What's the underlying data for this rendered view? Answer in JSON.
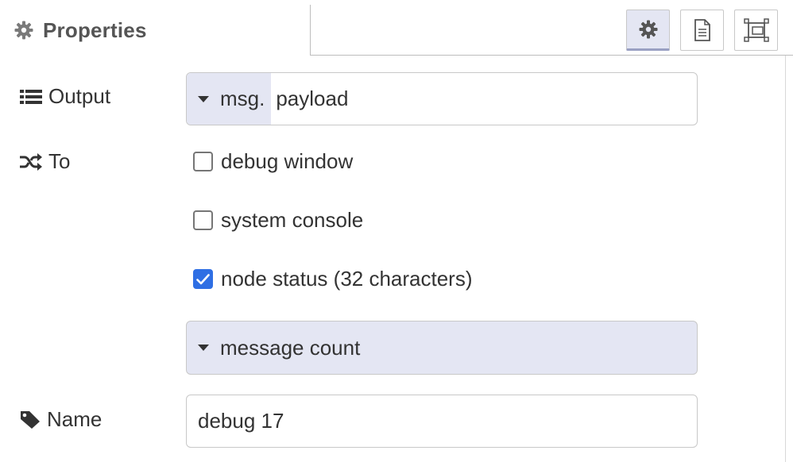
{
  "tab": {
    "label": "Properties",
    "icon": "gear-icon"
  },
  "toolbar": {
    "buttons": [
      {
        "icon": "gear-icon",
        "active": true
      },
      {
        "icon": "document-icon",
        "active": false
      },
      {
        "icon": "appearance-icon",
        "active": false
      }
    ]
  },
  "form": {
    "output": {
      "label": "Output",
      "icon": "list-icon",
      "type_prefix": "msg.",
      "value": "payload"
    },
    "to": {
      "label": "To",
      "icon": "shuffle-icon",
      "options": [
        {
          "label": "debug window",
          "checked": false
        },
        {
          "label": "system console",
          "checked": false
        },
        {
          "label": "node status (32 characters)",
          "checked": true
        }
      ]
    },
    "status_select": {
      "value": "message count"
    },
    "name": {
      "label": "Name",
      "icon": "tag-icon",
      "value": "debug 17"
    }
  },
  "colors": {
    "accent": "#2f6fe4",
    "type_bg": "#e4e6f3",
    "border": "#c8c8c8"
  }
}
